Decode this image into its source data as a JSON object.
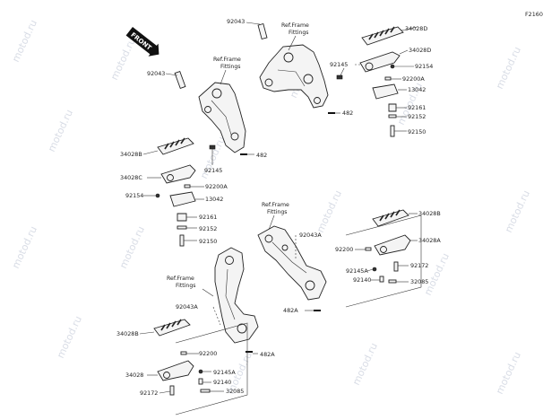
{
  "diagram_code": "F2160",
  "front_badge": "FRONT",
  "ref_label_line1": "Ref.Frame",
  "ref_label_line2": "Fittings",
  "watermark": "motod.ru",
  "parts": {
    "p92043_top": "92043",
    "p34028D_top": "34028D",
    "p34028D_top2": "34028D",
    "p92154_top": "92154",
    "p92200A_top": "92200A",
    "p13042_top": "13042",
    "p92145_top": "92145",
    "p482_top": "482",
    "p92161_top": "92161",
    "p92152_top": "92152",
    "p92150_top": "92150",
    "p92043_left": "92043",
    "p92145_left": "92145",
    "p482_left": "482",
    "p34028B_left": "34028B",
    "p34028C_left": "34028C",
    "p92200A_left": "92200A",
    "p92154_left": "92154",
    "p13042_left": "13042",
    "p92161_left": "92161",
    "p92152_left": "92152",
    "p92150_left": "92150",
    "p92043A_mid": "92043A",
    "p34028B_right": "34028B",
    "p34028A_right": "34028A",
    "p92200_right": "92200",
    "p92172_right": "92172",
    "p92145A_right": "92145A",
    "p92140_right": "92140",
    "p32085_right": "32085",
    "p482A_mid": "482A",
    "p92043A_low": "92043A",
    "p34028B_low": "34028B",
    "p92200_low": "92200",
    "p482A_low": "482A",
    "p34028_low": "34028",
    "p92145A_low": "92145A",
    "p92140_low": "92140",
    "p32085_low": "32085",
    "p92172_low": "92172"
  }
}
